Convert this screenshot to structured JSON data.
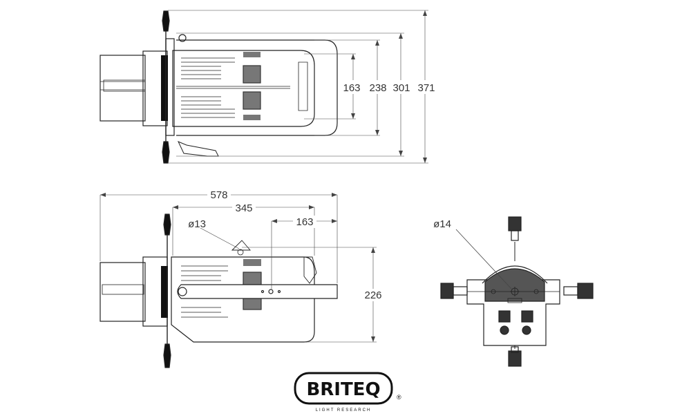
{
  "top_view": {
    "dims": {
      "d163": "163",
      "d238": "238",
      "d301": "301",
      "d371": "371"
    }
  },
  "side_view": {
    "dims": {
      "d578": "578",
      "d345": "345",
      "d163": "163",
      "d226": "226",
      "dia13": "ø13"
    }
  },
  "front_view": {
    "dims": {
      "dia14": "ø14"
    }
  },
  "logo": {
    "brand": "BRITEQ",
    "tagline": "LIGHT RESEARCH",
    "registered": "®"
  }
}
